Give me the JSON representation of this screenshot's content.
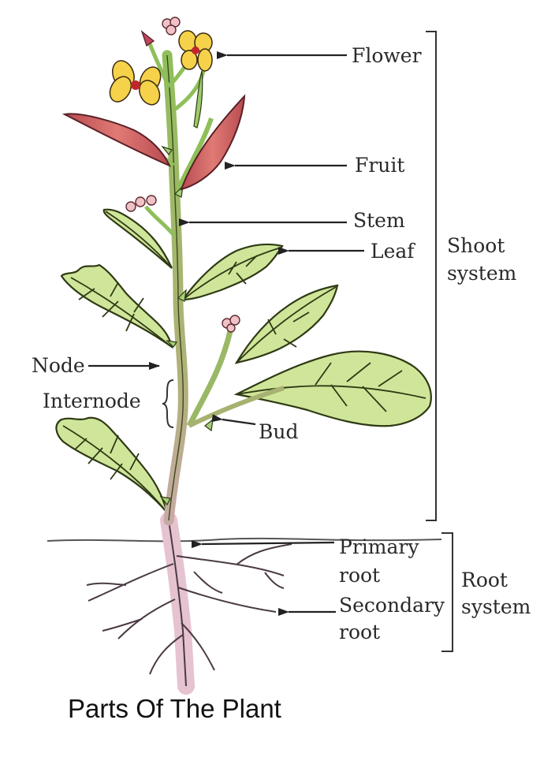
{
  "labels": {
    "flower": "Flower",
    "fruit": "Fruit",
    "stem": "Stem",
    "leaf": "Leaf",
    "shoot_system_line1": "Shoot",
    "shoot_system_line2": "system",
    "node": "Node",
    "internode": "Internode",
    "bud": "Bud",
    "primary_root_line1": "Primary",
    "primary_root_line2": "root",
    "secondary_root_line1": "Secondary",
    "secondary_root_line2": "root",
    "root_system_line1": "Root",
    "root_system_line2": "system"
  },
  "caption": "Parts Of The Plant",
  "colors": {
    "leaf": "#cfe69a",
    "stem_top": "#8fbf5a",
    "stem_bottom": "#b9ac8a",
    "root": "#e6c3d0",
    "petal": "#f5d24a",
    "flower_center": "#c0262c",
    "fruit": "#c9585e",
    "bud": "#f1c1c8"
  }
}
